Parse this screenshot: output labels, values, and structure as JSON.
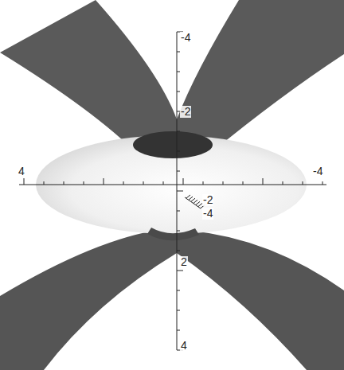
{
  "diagram": {
    "labels": [
      "-4",
      "-2",
      "4",
      "-4",
      "-2",
      "-4",
      "2",
      "4"
    ]
  }
}
